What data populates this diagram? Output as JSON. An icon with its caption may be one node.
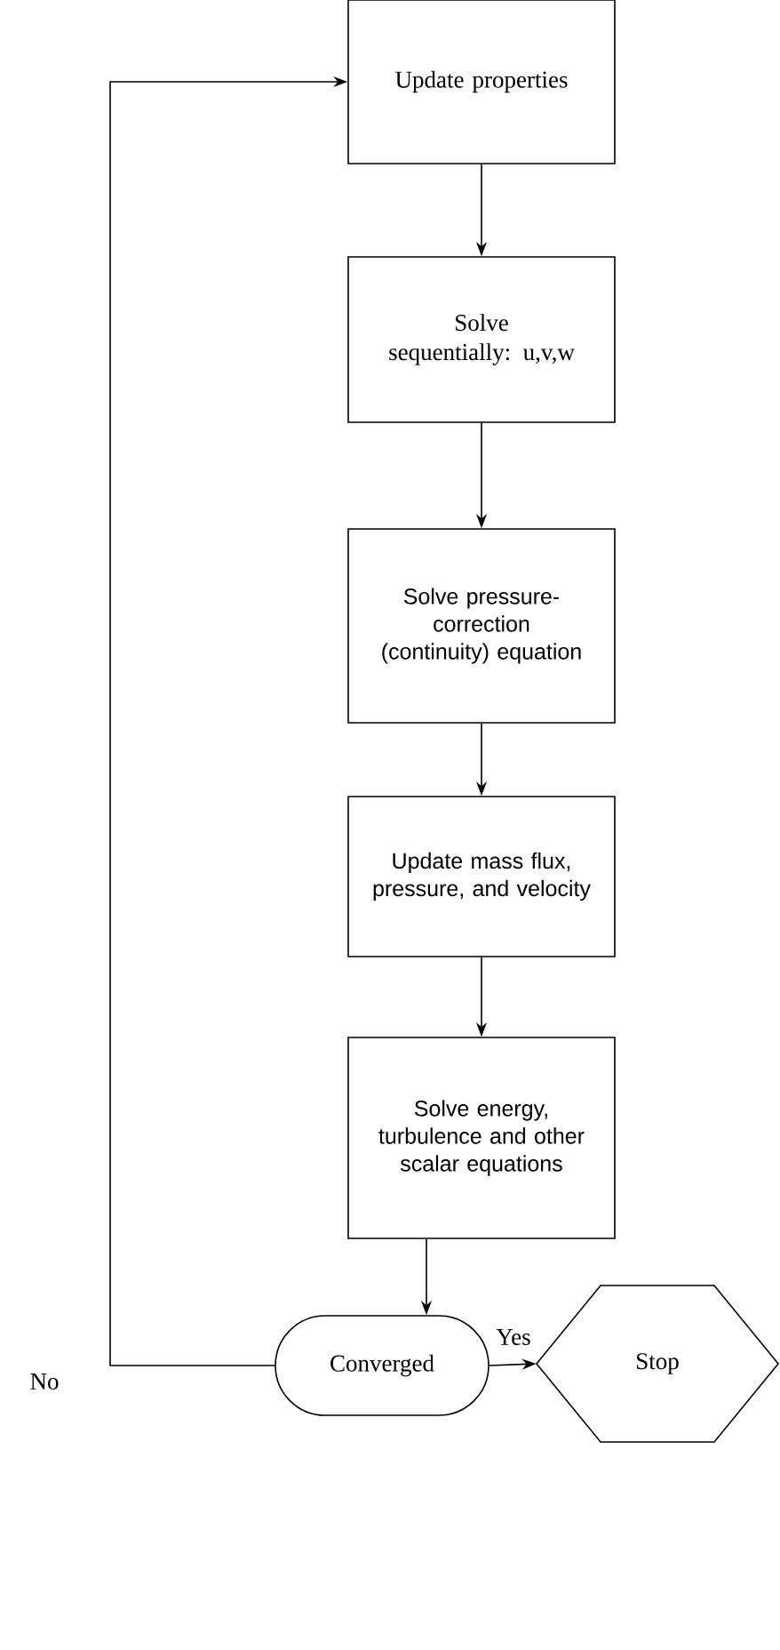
{
  "diagram": {
    "nodes": [
      {
        "text": [
          "Update properties"
        ]
      },
      {
        "text": [
          "Solve sequentially: u,v,w"
        ]
      },
      {
        "text": [
          "Solve pressure-correction (continuity) equation"
        ]
      },
      {
        "text": [
          "Update mass flux, pressure, and velocity"
        ]
      },
      {
        "text": [
          "Solve energy, turbulence and other scalar equations"
        ]
      },
      {
        "text": [
          "Converged"
        ]
      },
      {
        "text": [
          "Stop"
        ]
      }
    ],
    "edges": [
      {
        "from": 0,
        "to": 1,
        "arrow": "to"
      },
      {
        "from": 1,
        "to": 2,
        "arrow": "to"
      },
      {
        "from": 2,
        "to": 3,
        "arrow": "to"
      },
      {
        "from": 3,
        "to": 4,
        "arrow": "to"
      },
      {
        "from": 4,
        "to": 5,
        "arrow": "to"
      },
      {
        "from": 5,
        "to": 6,
        "arrow": "to",
        "label": "Yes"
      },
      {
        "from": 5,
        "to": 0,
        "arrow": "to",
        "label": "No"
      }
    ]
  }
}
